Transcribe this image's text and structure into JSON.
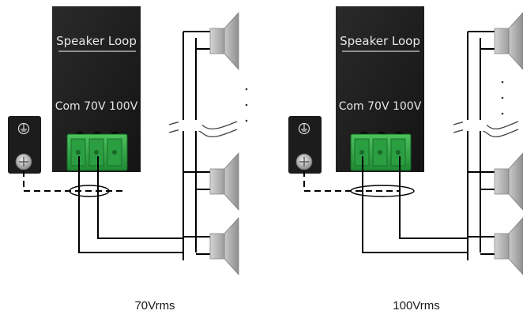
{
  "diagrams": [
    {
      "panel_title": "Speaker Loop",
      "terminal_labels": "Com 70V 100V",
      "caption": "70Vrms",
      "wired_terminal": "70V"
    },
    {
      "panel_title": "Speaker Loop",
      "terminal_labels": "Com 70V 100V",
      "caption": "100Vrms",
      "wired_terminal": "100V"
    }
  ],
  "continuation_marks": ". . ."
}
